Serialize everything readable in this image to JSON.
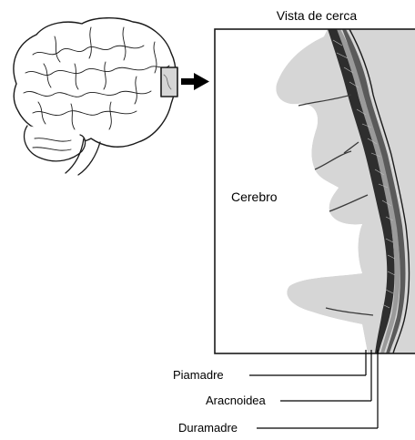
{
  "title": "Vista de cerca",
  "region_label": "Cerebro",
  "labels": {
    "pia": "Piamadre",
    "arachnoid": "Aracnoidea",
    "dura": "Duramadre"
  },
  "colors": {
    "outline": "#1a1a1a",
    "cortex_fill": "#d6d6d6",
    "meninges_dark": "#2e2e2e",
    "meninges_mid": "#9a9a9a",
    "background": "#ffffff"
  },
  "icons": [
    "brain-illustration",
    "magnify-box-icon",
    "arrow-right-icon"
  ]
}
